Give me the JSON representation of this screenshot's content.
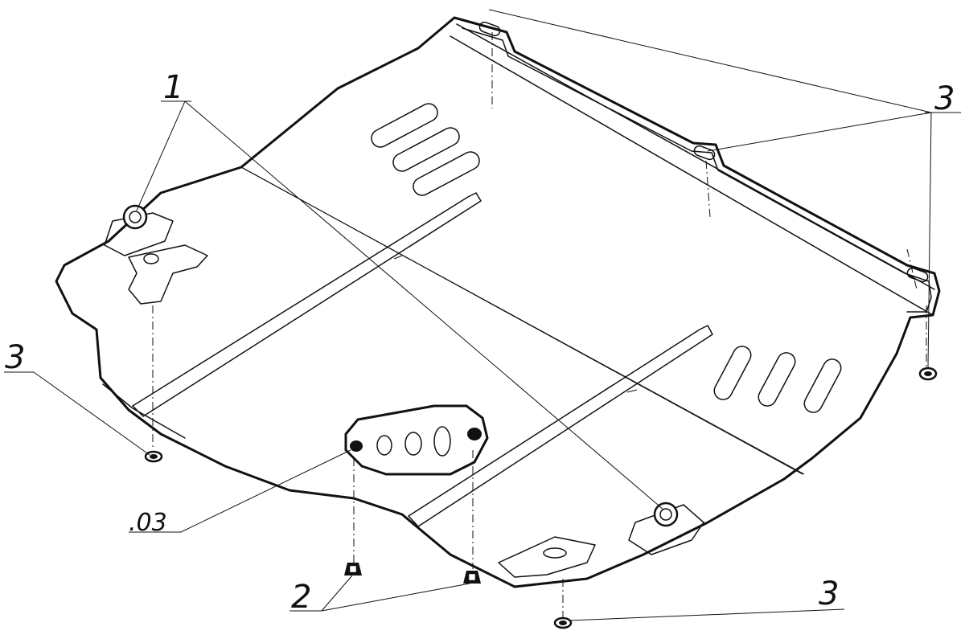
{
  "diagram": {
    "callouts": {
      "part_1": "1",
      "part_2": "2",
      "part_3_top_right": "3",
      "part_3_left": "3",
      "part_3_bottom": "3",
      "part_03": ".03"
    }
  }
}
